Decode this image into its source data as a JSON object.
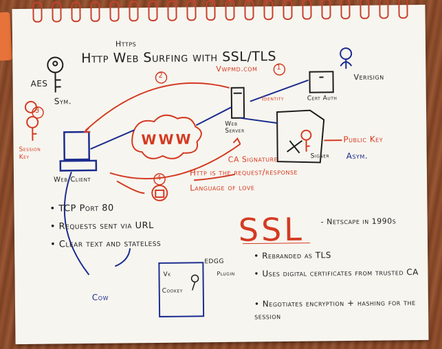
{
  "title": {
    "main": "Http Web Surfing with SSL/TLS",
    "insert": "Https"
  },
  "left_labels": {
    "aes": "AES",
    "sym": "Sym.",
    "session_key": "Session Key",
    "web_client": "Web Client",
    "step3": "3"
  },
  "server": {
    "domain": "Vwpmd.com",
    "label": "Web Server",
    "step2": "2",
    "step1": "1"
  },
  "ca": {
    "verisign": "Verisign",
    "cert_auth": "Cert Auth",
    "identity": "Identity",
    "signer": "Signer",
    "public_key": "Public Key",
    "asym": "Asym.",
    "ca_signature": "CA Signature"
  },
  "center": {
    "www": "WWW",
    "step4": "4",
    "http_line1": "Http is the request/response",
    "http_line2": "Language of love"
  },
  "bullets_left": [
    "TCP Port 80",
    "Requests sent via URL",
    "Clear text and stateless"
  ],
  "bottom_left": {
    "cow": "Cow",
    "box_left1": "Vk",
    "box_left2": "Cookey",
    "eddg": "EDGG",
    "plugin": "Plugin"
  },
  "ssl": {
    "big": "SSL",
    "note": "- Netscape in 1990s",
    "bullets": [
      "Rebranded as TLS",
      "Uses digital certificates from trusted CA",
      "Negotiates encryption + hashing for the session"
    ]
  },
  "colors": {
    "red_ink": "#d43a22",
    "blue_ink": "#1b2c8f",
    "black_ink": "#1d1d1d",
    "paper": "#f7f5ef",
    "spiral": "#c8402e"
  }
}
